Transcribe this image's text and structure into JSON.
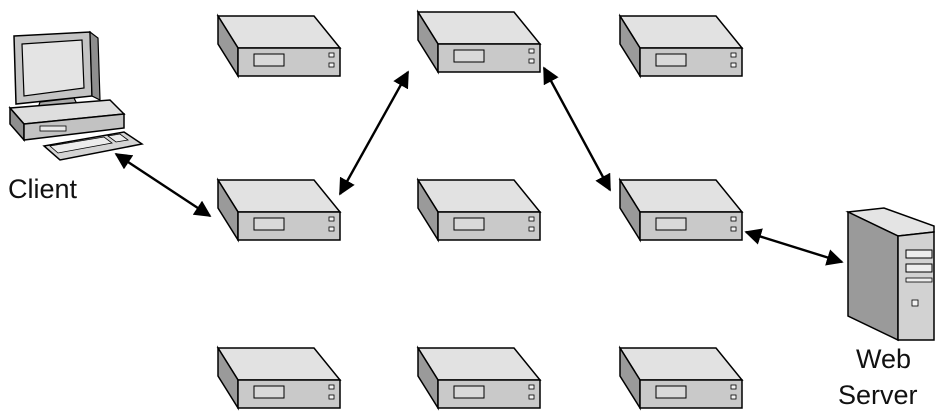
{
  "labels": {
    "client": "Client",
    "web": "Web",
    "server": "Server"
  },
  "icons": {
    "client": "desktop-computer-icon",
    "relay": "network-router-icon",
    "web_server": "tower-server-icon"
  },
  "relay_nodes": [
    {
      "id": "relay-top-left",
      "role": "idle"
    },
    {
      "id": "relay-top-center",
      "role": "path"
    },
    {
      "id": "relay-top-right",
      "role": "idle"
    },
    {
      "id": "relay-middle-left",
      "role": "path"
    },
    {
      "id": "relay-middle-center",
      "role": "idle"
    },
    {
      "id": "relay-middle-right",
      "role": "path"
    },
    {
      "id": "relay-bottom-left",
      "role": "idle"
    },
    {
      "id": "relay-bottom-center",
      "role": "idle"
    },
    {
      "id": "relay-bottom-right",
      "role": "idle"
    }
  ],
  "connections": [
    {
      "from": "client",
      "to": "relay-middle-left"
    },
    {
      "from": "relay-middle-left",
      "to": "relay-top-center"
    },
    {
      "from": "relay-top-center",
      "to": "relay-middle-right"
    },
    {
      "from": "relay-middle-right",
      "to": "web-server"
    }
  ],
  "colors": {
    "device_fill": "#c9c9c9",
    "device_top": "#e2e2e2",
    "device_side": "#9a9a9a",
    "outline": "#000000",
    "arrow": "#000000"
  }
}
